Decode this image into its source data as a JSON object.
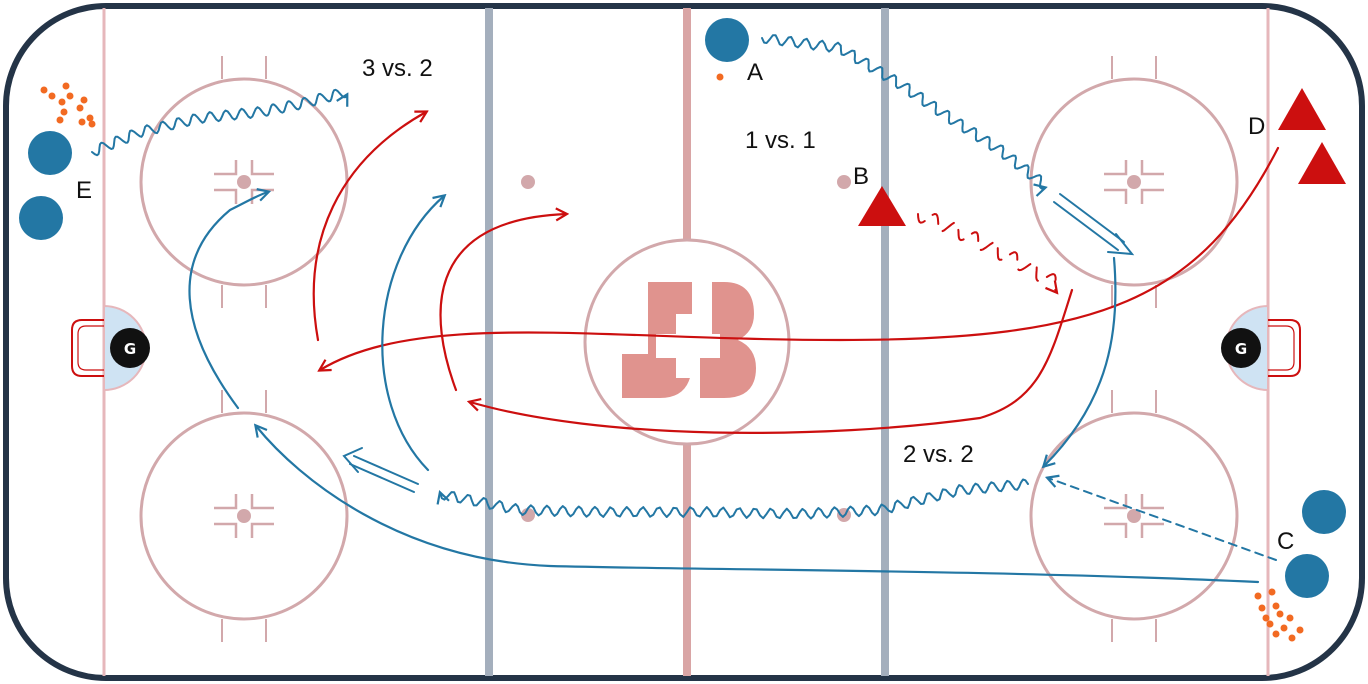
{
  "diagram": {
    "labels": {
      "three_vs_two": "3 vs. 2",
      "one_vs_one": "1 vs. 1",
      "two_vs_two": "2 vs. 2",
      "player_a": "A",
      "player_b": "B",
      "player_c": "C",
      "player_d": "D",
      "player_e": "E",
      "goalie_left": "G",
      "goalie_right": "G"
    },
    "colors": {
      "board": "#243447",
      "blue_team": "#2377a4",
      "red_team": "#cc0f0f",
      "blue_lines": "#a4afbd",
      "center_line": "#d9a5a5",
      "circles": "#d2a8ab",
      "goal_line": "#e6b7bb",
      "crease": "#cfe3f3",
      "pucks": "#f26a22",
      "logo": "#e0938e"
    },
    "icons": {
      "center_logo": "js-plus-logo",
      "goalie": "goalie-marker",
      "forward": "circle-player",
      "defender": "triangle-player"
    }
  }
}
